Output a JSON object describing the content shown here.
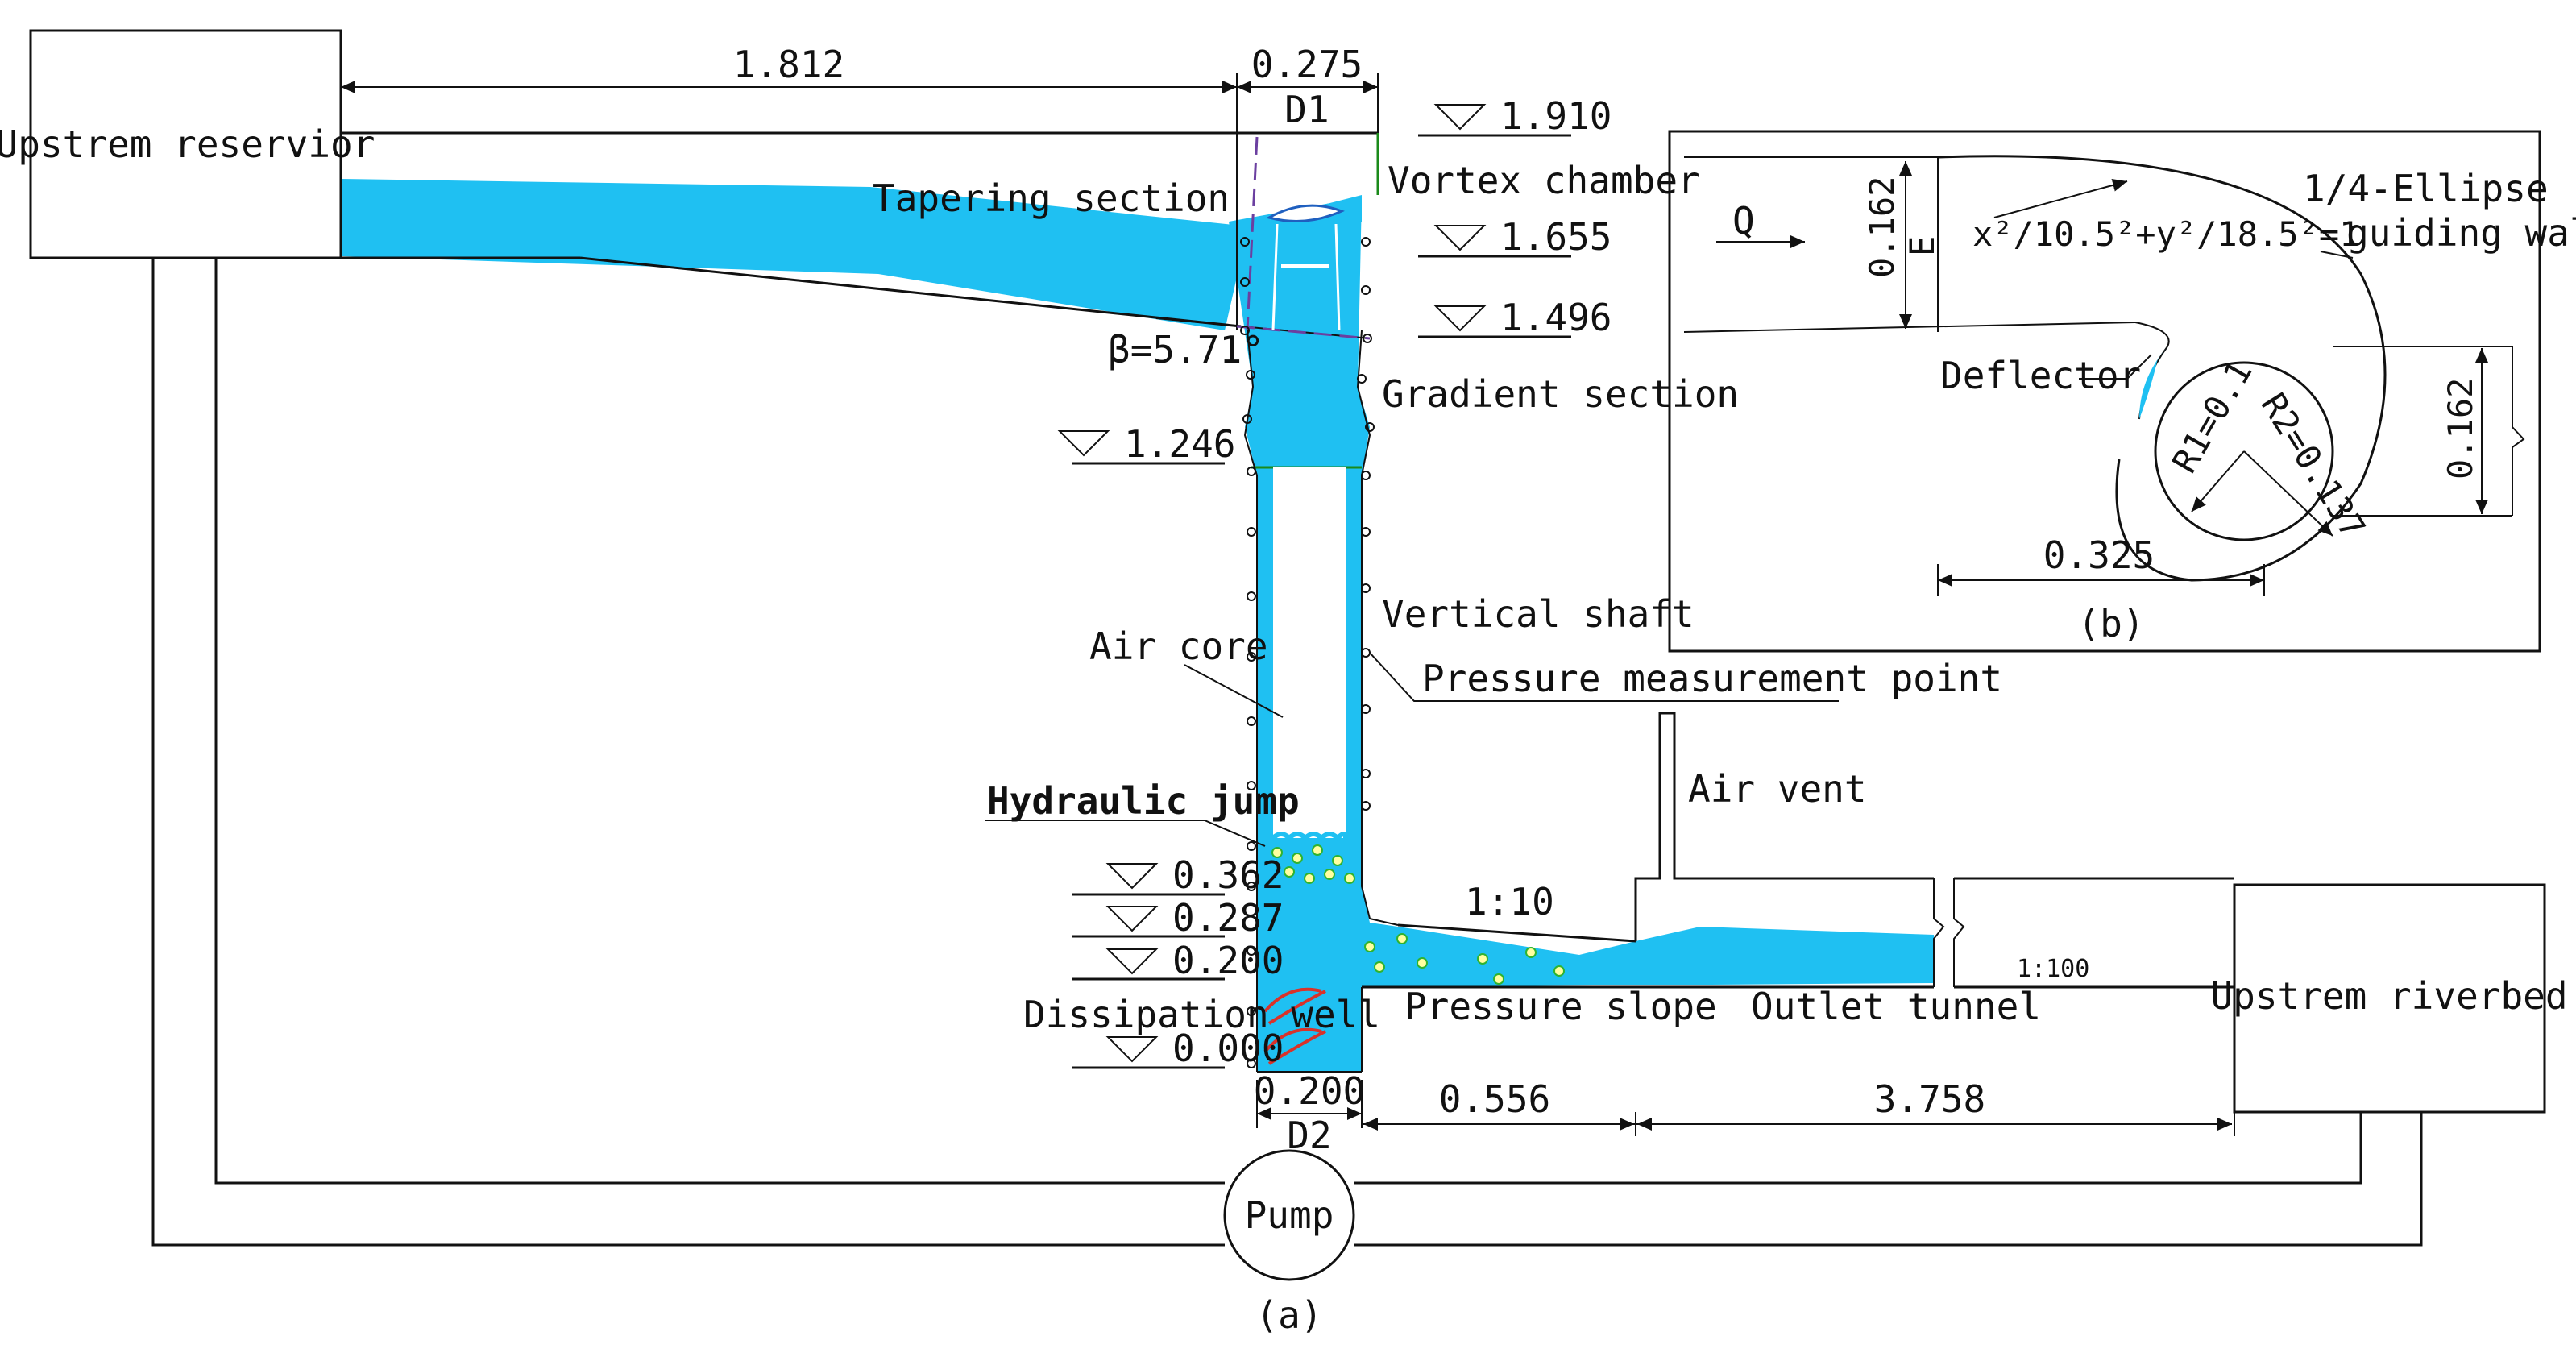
{
  "labels": {
    "upstream_reservoir": "Upstrem reservior",
    "upstream_riverbed": "Upstrem riverbed",
    "tapering_section": "Tapering section",
    "vortex_chamber": "Vortex chamber",
    "gradient_section": "Gradient section",
    "vertical_shaft": "Vertical shaft",
    "air_core": "Air core",
    "pressure_point": "Pressure measurement point",
    "hydraulic_jump": "Hydraulic jump",
    "dissipation_well": "Dissipation well",
    "pressure_slope": "Pressure slope",
    "outlet_tunnel": "Outlet tunnel",
    "air_vent": "Air vent",
    "pump": "Pump",
    "beta": "β=5.71°",
    "slope_1_10": "1:10",
    "slope_1_100": "1:100",
    "d1": "D1",
    "d2": "D2",
    "caption_a": "(a)"
  },
  "dimensions": {
    "len_1812": "1.812",
    "len_0275": "0.275",
    "len_0200": "0.200",
    "len_0556": "0.556",
    "len_3758": "3.758"
  },
  "elevations": {
    "e1910": "1.910",
    "e1655": "1.655",
    "e1496": "1.496",
    "e1246": "1.246",
    "e0362": "0.362",
    "e0287": "0.287",
    "e0200": "0.200",
    "e0000": "0.000"
  },
  "inset": {
    "q": "Q",
    "height_left": "0.162",
    "e": "E",
    "equation": "x²/10.5²+y²/18.5²=1",
    "ellipse_wall_1": "1/4-Ellipse",
    "ellipse_wall_2": "guiding wall",
    "deflector": "Deflector",
    "r1": "R1=0.1",
    "r2": "R2=0.137",
    "height_right": "0.162",
    "width": "0.325",
    "caption_b": "(b)"
  },
  "colors": {
    "water": "#1fc0f2",
    "flow_arrows": "#d9322a",
    "bubbles": "#2fb32f",
    "line": "#111111"
  }
}
